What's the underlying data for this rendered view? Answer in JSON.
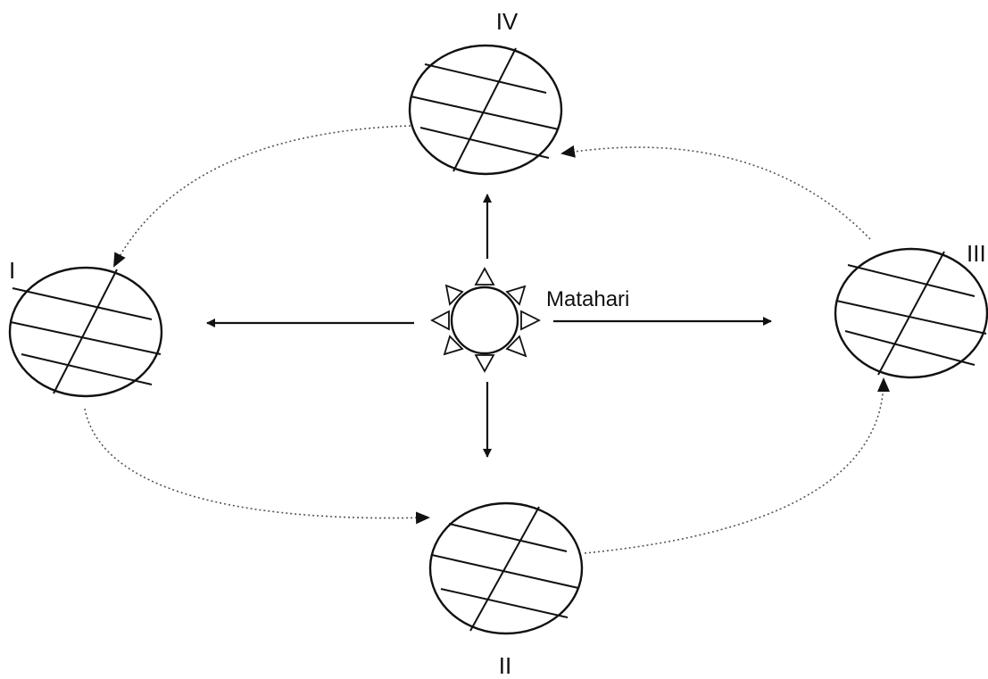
{
  "sun": {
    "label": "Matahari"
  },
  "positions": [
    {
      "id": "earth-I",
      "label": "I"
    },
    {
      "id": "earth-II",
      "label": "II"
    },
    {
      "id": "earth-III",
      "label": "III"
    },
    {
      "id": "earth-IV",
      "label": "IV"
    }
  ],
  "colors": {
    "line": "#111111",
    "orbit": "#555555",
    "background": "#ffffff"
  }
}
